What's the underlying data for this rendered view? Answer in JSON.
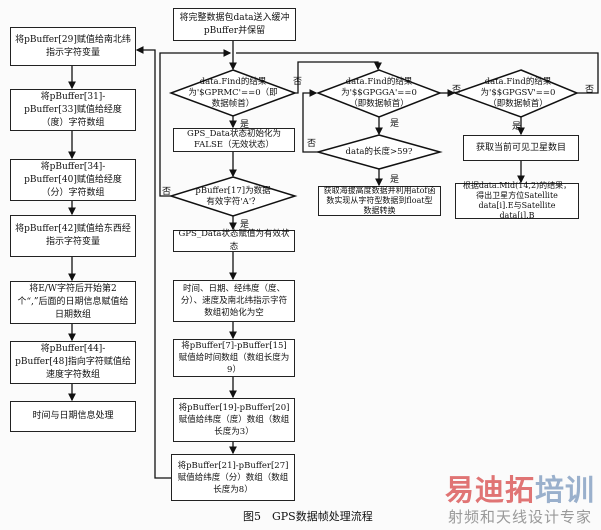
{
  "left_column": [
    "将pBuffer[29]赋值给南北纬指示字符变量",
    "将pBuffer[31]-pBuffer[33]赋值给经度（度）字符数组",
    "将pBuffer[34]-pBuffer[40]赋值给经度（分）字符数组",
    "将pBuffer[42]赋值给东西经指示字符变量",
    "将E/W字符后开始第2个“,”后面的日期信息赋值给日期数组",
    "将pBuffer[44]-pBuffer[48]指向字符赋值给速度字符数组",
    "时间与日期信息处理"
  ],
  "middle_column": {
    "start": "将完整数据包data送入缓冲pBuffer并保留",
    "decision_gprmc": "data.Find的结果为'$GPRMC'==0（即数据帧首）",
    "init_false": "GPS_Data状态初始化为FALSE（无效状态）",
    "decision_valid": "pBuffer[17]为数据有效字符'A'？",
    "set_valid": "GPS_Data状态赋值为有效状态",
    "init_arrays": "时间、日期、经纬度（度、分）、速度及南北纬指示字符数组初始化为空",
    "time_array": "将pBuffer[7]-pBuffer[15]赋值给时间数组（数组长度为9）",
    "lat_deg": "将pBuffer[19]-pBuffer[20]赋值给纬度（度）数组（数组长度为3）",
    "lat_min": "将pBuffer[21]-pBuffer[27]赋值给纬度（分）数组（数组长度为8）"
  },
  "gpgga_branch": {
    "decision": "data.Find的结果为'$$GPGGA'==0（即数据帧首）",
    "length_check": "data的长度>59?",
    "altitude": "获取海拔高度数据并利用atof函数实现从字符型数据到float型数据转换"
  },
  "gpgsv_branch": {
    "decision": "data.Find的结果为'$$GPGSV'==0（即数据帧首）",
    "satellite_count": "获取当前可见卫星数目",
    "satellite_pos": "根据data.Mid(14,2)的结果，得出卫星方位Satellite data[i].E与Satellite data[i].B"
  },
  "labels": {
    "yes": "是",
    "no": "否"
  },
  "caption": "图5　GPS数据帧处理流程",
  "watermark": {
    "line1_red": "易迪拓",
    "line1_blue": "培训",
    "line2": "射频和天线设计专家"
  }
}
